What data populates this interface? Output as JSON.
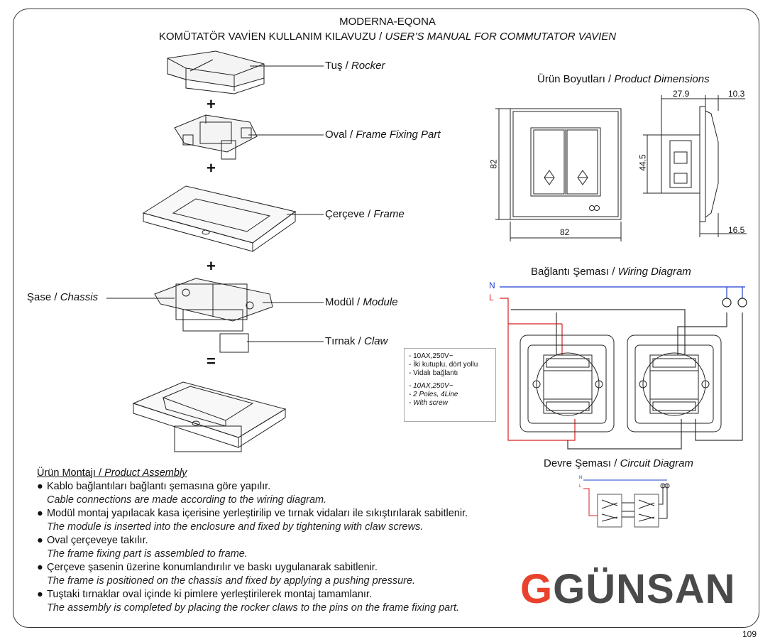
{
  "header": {
    "brand_model": "MODERNA-EQONA",
    "title_tr": "KOMÜTATÖR VAVİEN KULLANIM KILAVUZU",
    "title_sep": " / ",
    "title_en": "USER’S MANUAL FOR COMMUTATOR VAVIEN"
  },
  "parts": [
    {
      "tr": "Tuş",
      "en": "Rocker"
    },
    {
      "tr": "Oval",
      "en": "Frame Fixing Part"
    },
    {
      "tr": "Çerçeve",
      "en": "Frame"
    },
    {
      "tr": "Şase",
      "en": "Chassis"
    },
    {
      "tr": "Modül",
      "en": "Module"
    },
    {
      "tr": "Tırnak",
      "en": "Claw"
    }
  ],
  "separators": {
    "plus": "+",
    "equals": "=",
    "slash": " / "
  },
  "dimensions": {
    "title_tr": "Ürün Boyutları",
    "title_en": "Product Dimensions",
    "width": "82",
    "height": "82",
    "depth_top": "27.9",
    "depth_front": "10.3",
    "module_height": "44.5",
    "depth_bottom": "16.5"
  },
  "wiring": {
    "title_tr": "Bağlantı Şeması",
    "title_en": "Wiring Diagram",
    "neutral": "N",
    "live": "L"
  },
  "spec": {
    "tr": [
      "- 10AX,250V~",
      "- İki kutuplu, dört yollu",
      "- Vidalı bağlantı"
    ],
    "en": [
      "- 10AX,250V~",
      "- 2 Poles, 4Line",
      "- With screw"
    ]
  },
  "circuit": {
    "title_tr": "Devre Şeması",
    "title_en": "Circuit Diagram",
    "neutral": "N",
    "live": "L"
  },
  "assembly": {
    "head_tr": "Ürün Montajı",
    "head_en": "Product Assembly",
    "bullet": "●",
    "steps": [
      {
        "tr": "Kablo bağlantıları bağlantı şemasına göre yapılır.",
        "en": "Cable connections are made according to the wiring diagram."
      },
      {
        "tr": "Modül montaj yapılacak kasa içerisine yerleştirilip ve tırnak vidaları ile sıkıştırılarak sabitlenir.",
        "en": "The module is inserted into the enclosure and fixed by tightening with claw screws."
      },
      {
        "tr": "Oval çerçeveye takılır.",
        "en": "The frame fixing part is assembled to frame."
      },
      {
        "tr": "Çerçeve şasenin üzerine konumlandırılır ve baskı uygulanarak sabitlenir.",
        "en": "The frame is positioned on the chassis and fixed by applying a pushing pressure."
      },
      {
        "tr": "Tuştaki tırnaklar oval içinde ki pimlere yerleştirilerek montaj tamamlanır.",
        "en": "The assembly is completed by placing the rocker claws to the pins on the frame fixing part."
      }
    ]
  },
  "logo": {
    "mark": "G",
    "text": "GÜNSAN"
  },
  "page_number": "109",
  "colors": {
    "live_wire": "#d62020",
    "neutral_wire": "#1f3fd0",
    "logo_accent": "#e8412c",
    "logo_text": "#4a4a4a"
  }
}
